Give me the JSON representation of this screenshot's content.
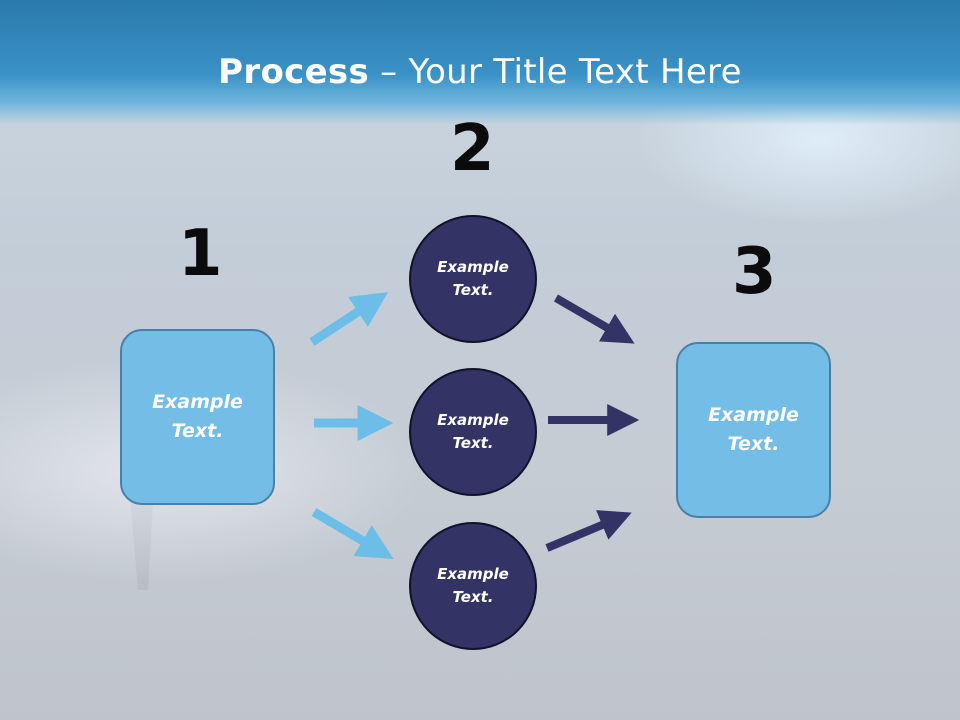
{
  "title": {
    "bold": "Process",
    "rest": " – Your Title Text Here"
  },
  "steps": {
    "one": "1",
    "two": "2",
    "three": "3"
  },
  "boxes": {
    "left": "Example Text.",
    "right": "Example Text."
  },
  "circles": [
    "Example Text.",
    "Example Text.",
    "Example Text."
  ],
  "colors": {
    "header": "#2a79ac",
    "box_fill": "#74bde6",
    "circle_fill": "#333366",
    "light_arrow": "#6cbde8",
    "dark_arrow": "#333366"
  }
}
